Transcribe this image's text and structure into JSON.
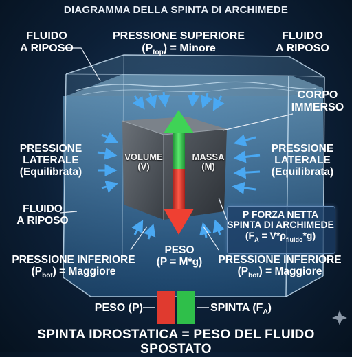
{
  "title": "DIAGRAMMA DELLA SPINTA DI ARCHIMEDE",
  "labels": {
    "fluid_top_left": [
      "FLUIDO",
      "A RIPOSO"
    ],
    "fluid_top_right": [
      "FLUIDO",
      "A RIPOSO"
    ],
    "fluid_mid_left": [
      "FLUIDO",
      "A RIPOSO"
    ],
    "pressure_top_line1": "PRESSIONE SUPERIORE",
    "pressure_top_line2_pre": "(P",
    "pressure_top_sub": "top",
    "pressure_top_line2_post": ") = Minore",
    "body_immersed": [
      "CORPO",
      "IMMERSO"
    ],
    "lateral_left": [
      "PRESSIONE",
      "LATERALE",
      "(Equilibrata)"
    ],
    "lateral_right": [
      "PRESSIONE",
      "LATERALE",
      "(Equilibrata)"
    ],
    "volume": [
      "VOLUME",
      "(V)"
    ],
    "mass": [
      "MASSA",
      "(M)"
    ],
    "weight_center": [
      "PESO",
      "(P = M*g)"
    ],
    "pressure_bottom_left_line1": "PRESSIONE INFERIORE",
    "pressure_bottom_left_pre": "(P",
    "pressure_bottom_left_sub": "bot",
    "pressure_bottom_left_post": ") = Maggiore",
    "pressure_bottom_right_line1": "PRESSIONE INFERIORE",
    "pressure_bottom_right_pre": "(P",
    "pressure_bottom_right_sub": "bot",
    "pressure_bottom_right_post": ") = Maggiore",
    "net_force_line1": "P FORZA NETTA",
    "net_force_line2": "SPINTA DI ARCHIMEDE",
    "formula_pre": "(F",
    "formula_sub_a": "A",
    "formula_mid": " = V*ρ",
    "formula_sub_fluid": "fluido",
    "formula_post": "*g)"
  },
  "legend": {
    "weight_label": "PESO (P)",
    "buoyancy_pre": "SPINTA (F",
    "buoyancy_sub": "A",
    "buoyancy_post": ")"
  },
  "footer": "SPINTA IDROSTATICA = PESO DEL FLUIDO SPOSTATO",
  "colors": {
    "buoyancy_arrow": "#2fbf4a",
    "weight_arrow": "#e03a2f",
    "pressure_arrow": "#3d9ae8",
    "water": "#5fa8d8"
  }
}
